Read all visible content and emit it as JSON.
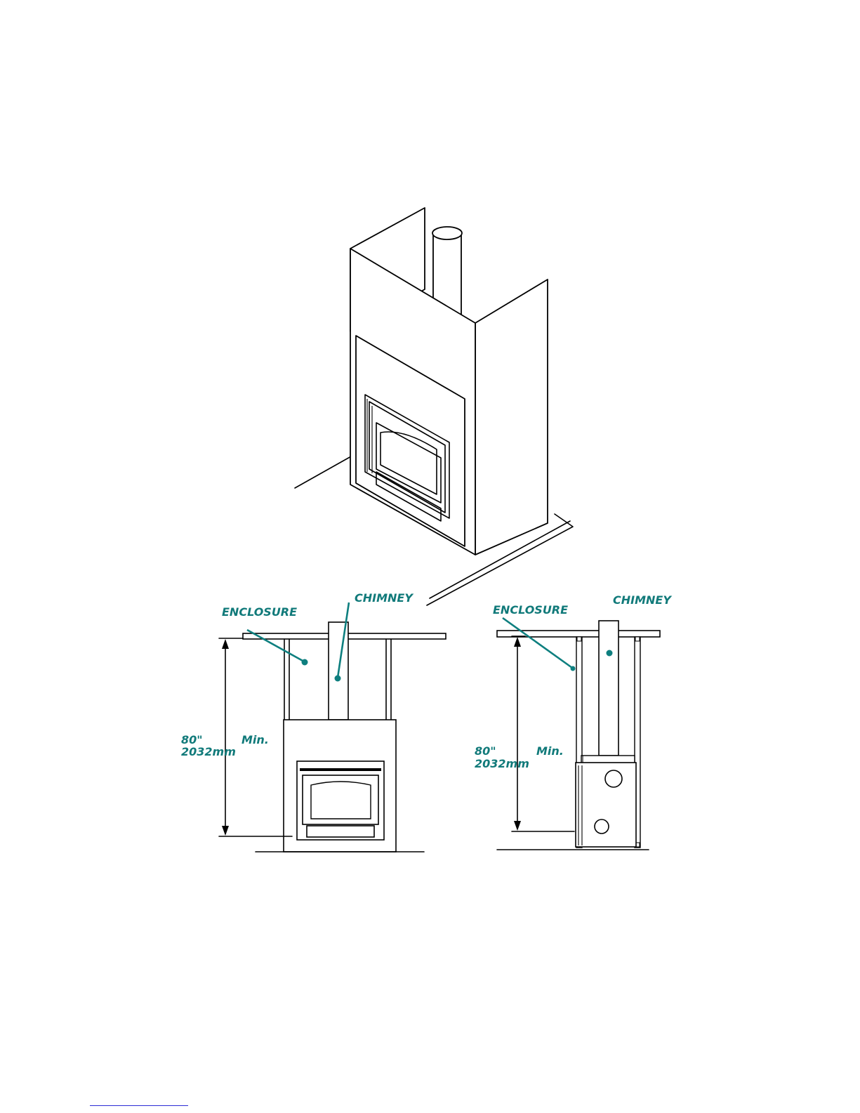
{
  "labels": {
    "front": {
      "enclosure": "ENCLOSURE",
      "chimney": "CHIMNEY",
      "dimension_in": "80\"",
      "dimension_mm": "2032mm",
      "min": "Min."
    },
    "side": {
      "enclosure": "ENCLOSURE",
      "chimney": "CHIMNEY",
      "dimension_in": "80\"",
      "dimension_mm": "2032mm",
      "min": "Min."
    }
  },
  "colors": {
    "label": "#117a7a",
    "line": "#000000",
    "footer_link": "#2b2bd6"
  }
}
